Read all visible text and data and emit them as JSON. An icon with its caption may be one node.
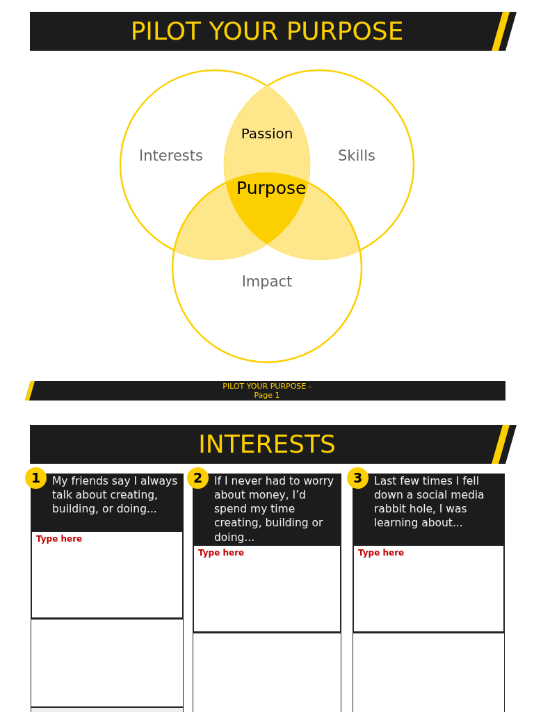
{
  "diagram": {
    "title": "PILOT YOUR PURPOSE",
    "nodes": [
      {
        "text": [
          "Interests"
        ]
      },
      {
        "text": [
          "Skills"
        ]
      },
      {
        "text": [
          "Impact"
        ]
      },
      {
        "text": [
          "Passion"
        ]
      },
      {
        "text": [
          "Purpose"
        ]
      },
      {
        "text": [
          "1"
        ]
      },
      {
        "text": [
          "My friends say I always talk about creating, building, or doing..."
        ]
      },
      {
        "text": [
          "Type here"
        ]
      },
      {
        "text": [],
        "shape": "box"
      },
      {
        "text": [],
        "shape": "box"
      },
      {
        "text": [
          "2"
        ]
      },
      {
        "text": [
          "If I never had to worry about money, I’d spend my time creating, building or doing..."
        ]
      },
      {
        "text": [
          "Type here"
        ]
      },
      {
        "text": [],
        "shape": "box"
      },
      {
        "text": [
          "3"
        ]
      },
      {
        "text": [
          "Last few times I fell down a social media rabbit hole, I was learning about..."
        ]
      },
      {
        "text": [
          "Type here"
        ]
      },
      {
        "text": [],
        "shape": "box"
      }
    ],
    "edges": [],
    "labels": [
      "PILOT YOUR PURPOSE - Page 1",
      "INTERESTS"
    ]
  }
}
